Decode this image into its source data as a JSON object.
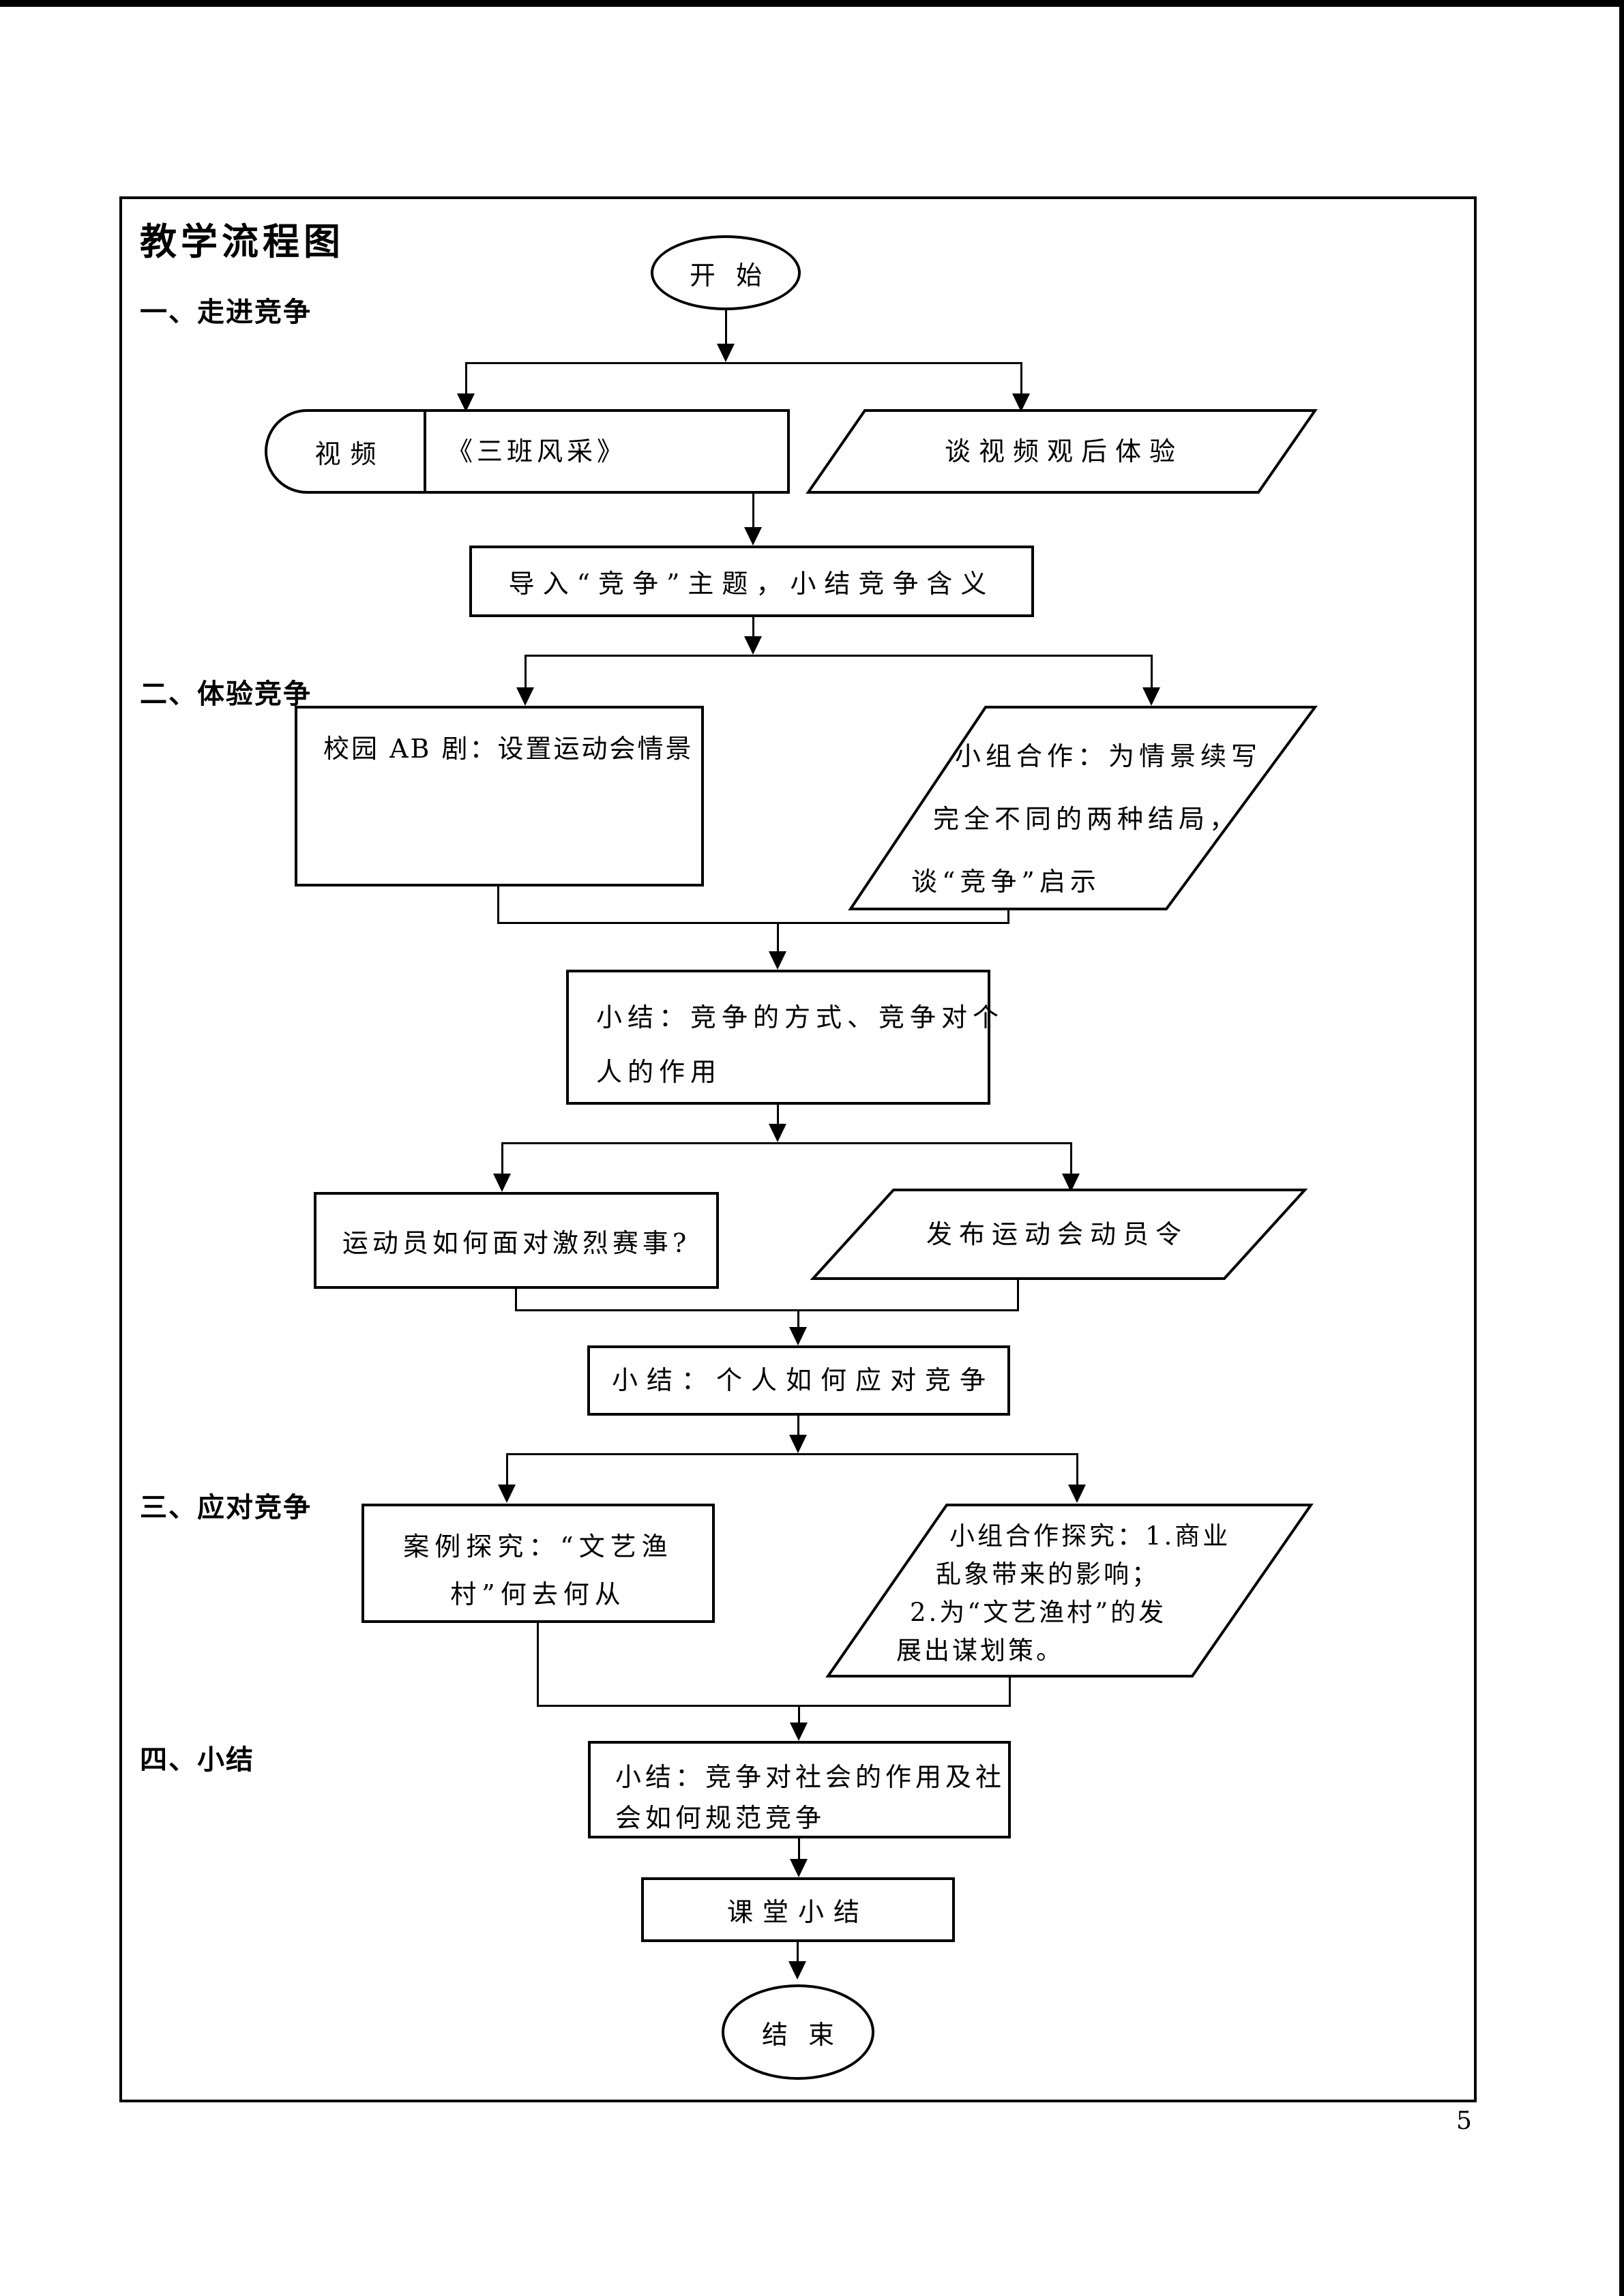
{
  "page": {
    "title": "教学流程图",
    "page_number": "5"
  },
  "sections": [
    {
      "label": "一、走进竞争"
    },
    {
      "label": "二、体验竞争"
    },
    {
      "label": "三、应对竞争"
    },
    {
      "label": "四、小结"
    }
  ],
  "flowchart": {
    "start": {
      "label": "开始"
    },
    "video": {
      "tag": "视频",
      "title": "《三班风采》"
    },
    "talk_video": {
      "label": "谈视频观后体验"
    },
    "intro": {
      "label": "导入“竞争”主题，小结竞争含义"
    },
    "campus_drama": {
      "label": "校园 AB 剧：设置运动会情景"
    },
    "group_coop": {
      "lines": [
        "小组合作：为情景续写",
        "完全不同的两种结局，",
        "谈“竞争”启示"
      ]
    },
    "summary_personal": {
      "lines": [
        "小结：竞争的方式、竞争对个",
        "人的作用"
      ]
    },
    "athlete_question": {
      "label": "运动员如何面对激烈赛事?"
    },
    "mobilization": {
      "label": "发布运动会动员令"
    },
    "summary_respond": {
      "label": "小结：个人如何应对竞争"
    },
    "case_study": {
      "lines": [
        "案例探究：“文艺渔",
        "村”何去何从"
      ]
    },
    "group_explore": {
      "lines": [
        "小组合作探究：1.商业",
        "乱象带来的影响；",
        "2.为“文艺渔村”的发",
        "展出谋划策。"
      ]
    },
    "summary_society": {
      "lines": [
        "小结：竞争对社会的作用及社",
        "会如何规范竞争"
      ]
    },
    "class_summary": {
      "label": "课堂小结"
    },
    "end": {
      "label": "结束"
    }
  }
}
